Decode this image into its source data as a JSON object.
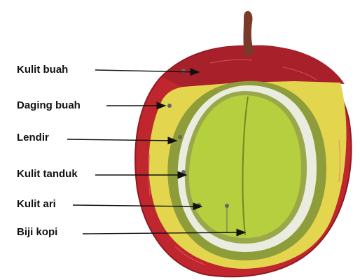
{
  "diagram": {
    "labels": [
      {
        "id": "kulit-buah",
        "text": "Kulit buah"
      },
      {
        "id": "daging-buah",
        "text": "Daging buah"
      },
      {
        "id": "lendir",
        "text": "Lendir"
      },
      {
        "id": "kulit-tanduk",
        "text": "Kulit tanduk"
      },
      {
        "id": "kulit-ari",
        "text": "Kulit ari"
      },
      {
        "id": "biji-kopi",
        "text": "Biji kopi"
      }
    ],
    "colors": {
      "skin": "#c0262d",
      "skin_dark": "#8f1a20",
      "pulp": "#e3d64e",
      "mucilage": "#8e9c3a",
      "parchment": "#e9ecdf",
      "silver_skin": "#9aa84a",
      "bean": "#b6cf3e",
      "stem": "#7a3a2a",
      "arrow": "#111111"
    }
  }
}
